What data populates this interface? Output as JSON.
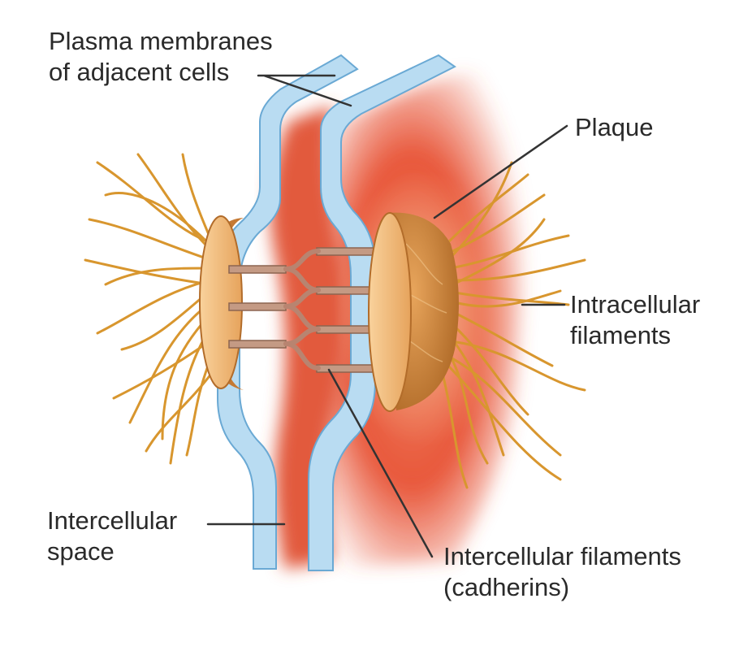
{
  "labels": {
    "plasma_membranes": [
      "Plasma membranes",
      "of adjacent cells"
    ],
    "plaque": "Plaque",
    "intracellular_filaments": [
      "Intracellular",
      "filaments"
    ],
    "intercellular_space": [
      "Intercellular",
      "space"
    ],
    "intercellular_filaments": [
      "Intercellular filaments",
      "(cadherins)"
    ]
  },
  "colors": {
    "cytoplasm": "#e8573a",
    "membrane": "#b9dcf2",
    "membrane_edge": "#6aa9d4",
    "plaque": "#e7a55a",
    "filament": "#d8962e",
    "cadherin": "#c49a84",
    "leader": "#333333"
  }
}
